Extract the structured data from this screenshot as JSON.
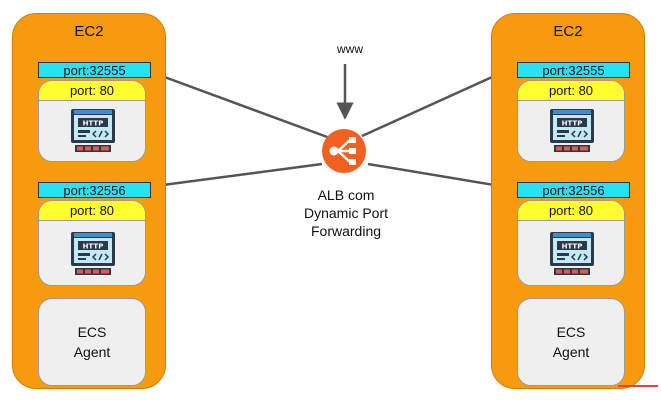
{
  "www_label": "www",
  "alb_caption": "ALB com\nDynamic Port\nForwarding",
  "colors": {
    "ec2_fill": "#f89a0e",
    "port_label_fill": "#27e3f2",
    "container_port_fill": "#fffd2e",
    "card_fill": "#efefef",
    "alb_icon_fill": "#f0601e",
    "arrow": "#555555"
  },
  "instances": [
    {
      "title": "EC2",
      "containers": [
        {
          "host_port": "port:32555",
          "container_port": "port: 80",
          "icon": "http-server-icon"
        },
        {
          "host_port": "port:32556",
          "container_port": "port: 80",
          "icon": "http-server-icon"
        }
      ],
      "agent_label": "ECS\nAgent"
    },
    {
      "title": "EC2",
      "containers": [
        {
          "host_port": "port:32555",
          "container_port": "port: 80",
          "icon": "http-server-icon"
        },
        {
          "host_port": "port:32556",
          "container_port": "port: 80",
          "icon": "http-server-icon"
        }
      ],
      "agent_label": "ECS\nAgent"
    }
  ]
}
